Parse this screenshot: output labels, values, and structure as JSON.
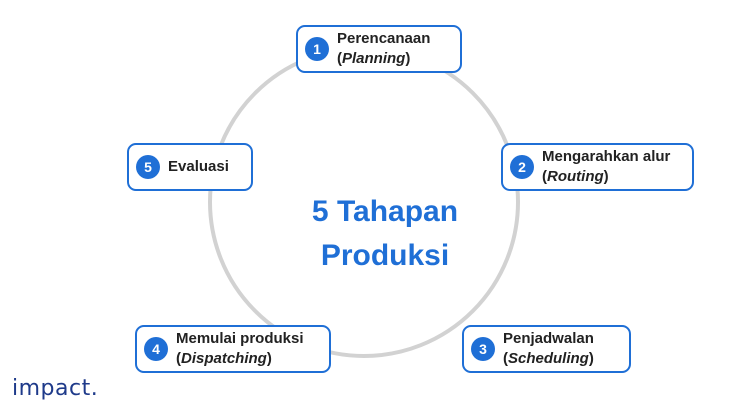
{
  "title_line1": "5 Tahapan",
  "title_line2": "Produksi",
  "steps": [
    {
      "number": "1",
      "label": "Perencanaan",
      "sub": "Planning"
    },
    {
      "number": "2",
      "label": "Mengarahkan alur",
      "sub": "Routing"
    },
    {
      "number": "3",
      "label": "Penjadwalan",
      "sub": "Scheduling"
    },
    {
      "number": "4",
      "label": "Memulai produksi",
      "sub": "Dispatching"
    },
    {
      "number": "5",
      "label": "Evaluasi"
    }
  ],
  "logo": "impact.",
  "colors": {
    "accent": "#1f6fd6",
    "ring": "#d2d2d2",
    "logo": "#1e3a8a"
  }
}
